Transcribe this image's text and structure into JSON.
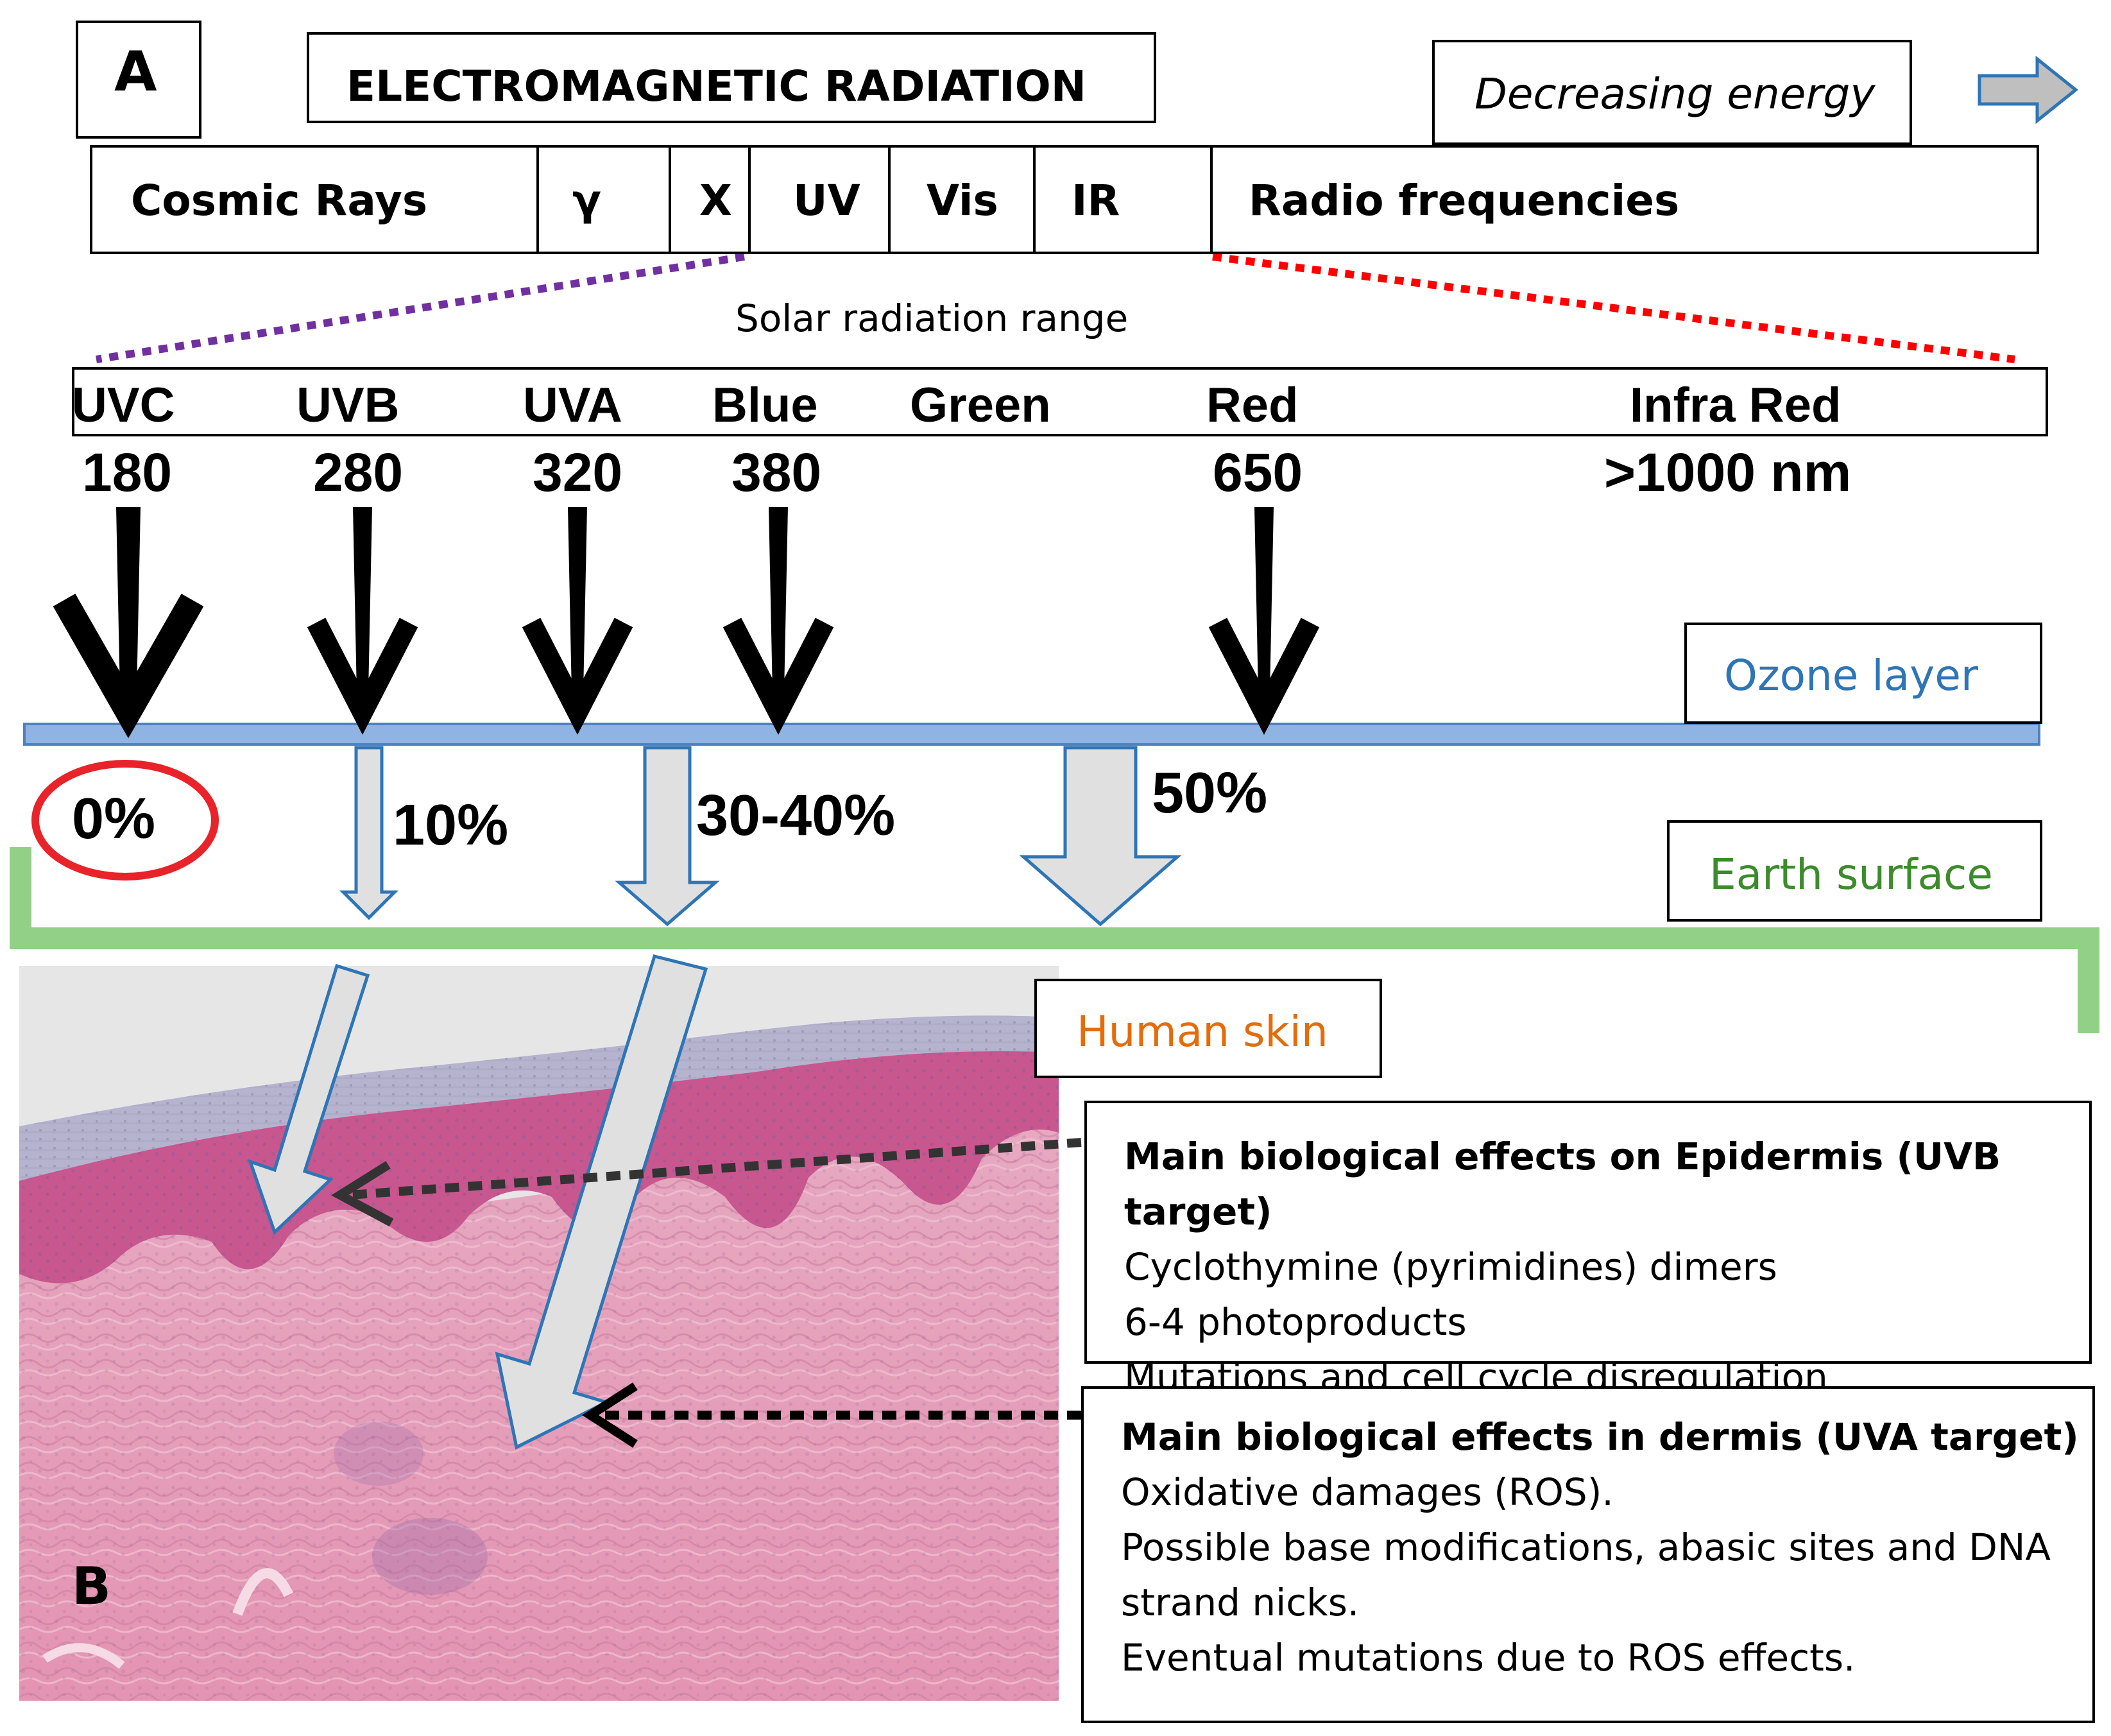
{
  "panel_a_label": "A",
  "panel_b_label": "B",
  "title": "ELECTROMAGNETIC RADIATION",
  "energy_note": "Decreasing energy",
  "spectrum_bands": [
    "Cosmic Rays",
    "γ",
    "X",
    "UV",
    "Vis",
    "IR",
    "Radio frequencies"
  ],
  "solar_range_label": "Solar radiation range",
  "solar_bands": [
    {
      "name": "UVC",
      "wavelength": "180"
    },
    {
      "name": "UVB",
      "wavelength": "280"
    },
    {
      "name": "UVA",
      "wavelength": "320"
    },
    {
      "name": "Blue",
      "wavelength": "380"
    },
    {
      "name": "Green",
      "wavelength": ""
    },
    {
      "name": "Red",
      "wavelength": "650"
    },
    {
      "name": "Infra Red",
      "wavelength": ">1000 nm"
    }
  ],
  "ozone_label": "Ozone layer",
  "earth_label": "Earth surface",
  "skin_label": "Human skin",
  "transmission": {
    "uvc": "0%",
    "uvb": "10%",
    "uva": "30-40%",
    "visible": "50%"
  },
  "epidermis_effects": {
    "title": "Main biological effects on Epidermis (UVB target)",
    "lines": [
      "Cyclothymine (pyrimidines) dimers",
      "6-4 photoproducts",
      "Mutations and cell cycle disregulation"
    ]
  },
  "dermis_effects": {
    "title": "Main biological effects in dermis (UVA target)",
    "lines": [
      "Oxidative damages (ROS).",
      "Possible base modifications, abasic sites and DNA",
      "strand nicks.",
      "Eventual mutations due to ROS effects."
    ]
  },
  "colors": {
    "ozone": "#6f9bd6",
    "earth": "#92cf87",
    "ozone_text": "#2e75b6",
    "earth_text": "#3b8c2a",
    "skin_text": "#e46c0a",
    "purple_dots": "#7030a0",
    "red_dots": "#ff0000",
    "arrow_fill": "#e0e0e0",
    "arrow_stroke": "#2e75b6"
  }
}
